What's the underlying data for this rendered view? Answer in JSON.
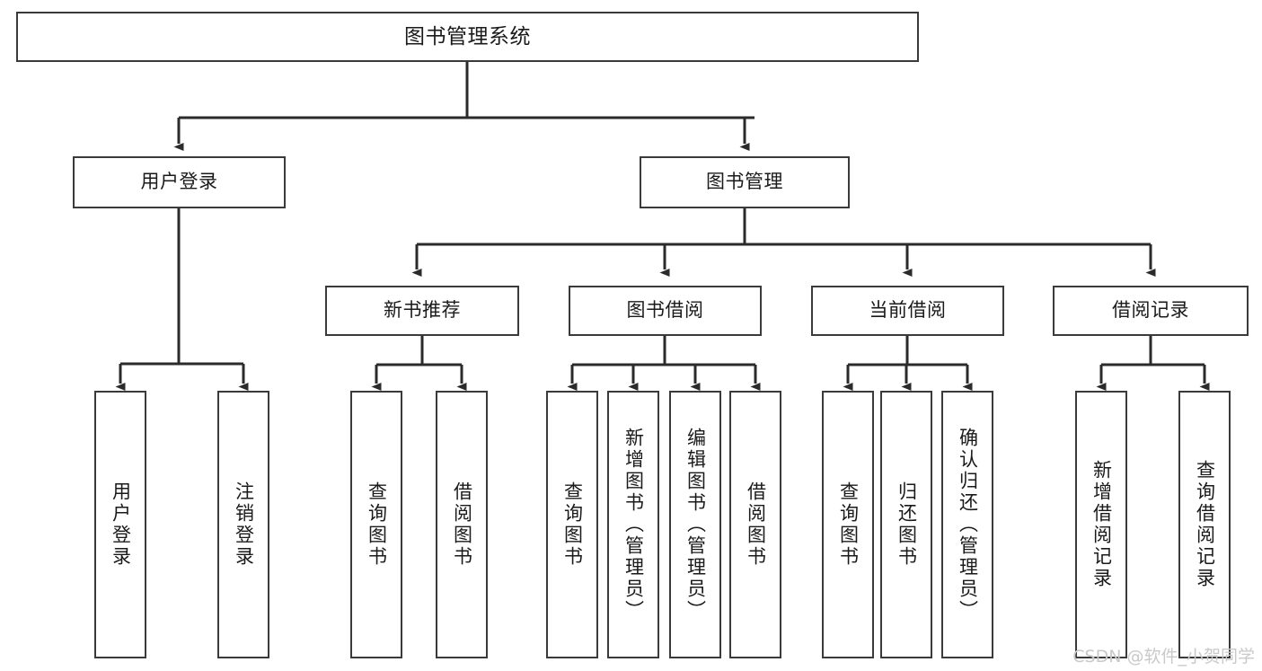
{
  "diagram": {
    "title": "图书管理系统",
    "type": "hierarchy-tree",
    "orientation": "top-down",
    "colors": {
      "box_border": "#3a3a3a",
      "box_fill": "#ffffff",
      "edge": "#2b2b2b",
      "text": "#1a1a1a",
      "watermark": "#c9c9c9"
    },
    "root": {
      "id": "root",
      "label": "图书管理系统"
    },
    "level1": [
      {
        "id": "user-login",
        "label": "用户登录"
      },
      {
        "id": "book-manage",
        "label": "图书管理"
      }
    ],
    "level2": [
      {
        "id": "new-book-rec",
        "label": "新书推荐",
        "parent": "book-manage"
      },
      {
        "id": "book-borrow",
        "label": "图书借阅",
        "parent": "book-manage"
      },
      {
        "id": "current-borrow",
        "label": "当前借阅",
        "parent": "book-manage"
      },
      {
        "id": "borrow-record",
        "label": "借阅记录",
        "parent": "book-manage"
      }
    ],
    "leaves": [
      {
        "id": "leaf-user-login",
        "label": "用户登录",
        "parent": "user-login"
      },
      {
        "id": "leaf-user-logout",
        "label": "注销登录",
        "parent": "user-login"
      },
      {
        "id": "leaf-query-book-1",
        "label": "查询图书",
        "parent": "new-book-rec"
      },
      {
        "id": "leaf-borrow-book-1",
        "label": "借阅图书",
        "parent": "new-book-rec"
      },
      {
        "id": "leaf-query-book-2",
        "label": "查询图书",
        "parent": "book-borrow"
      },
      {
        "id": "leaf-add-book",
        "label": "新增图书（管理员）",
        "parent": "book-borrow"
      },
      {
        "id": "leaf-edit-book",
        "label": "编辑图书（管理员）",
        "parent": "book-borrow"
      },
      {
        "id": "leaf-borrow-book-2",
        "label": "借阅图书",
        "parent": "book-borrow"
      },
      {
        "id": "leaf-query-book-3",
        "label": "查询图书",
        "parent": "current-borrow"
      },
      {
        "id": "leaf-return-book",
        "label": "归还图书",
        "parent": "current-borrow"
      },
      {
        "id": "leaf-confirm-return",
        "label": "确认归还（管理员）",
        "parent": "current-borrow"
      },
      {
        "id": "leaf-add-record",
        "label": "新增借阅记录",
        "parent": "borrow-record"
      },
      {
        "id": "leaf-query-record",
        "label": "查询借阅记录",
        "parent": "borrow-record"
      }
    ]
  },
  "watermark": {
    "text": "CSDN @软件_小贺同学"
  }
}
